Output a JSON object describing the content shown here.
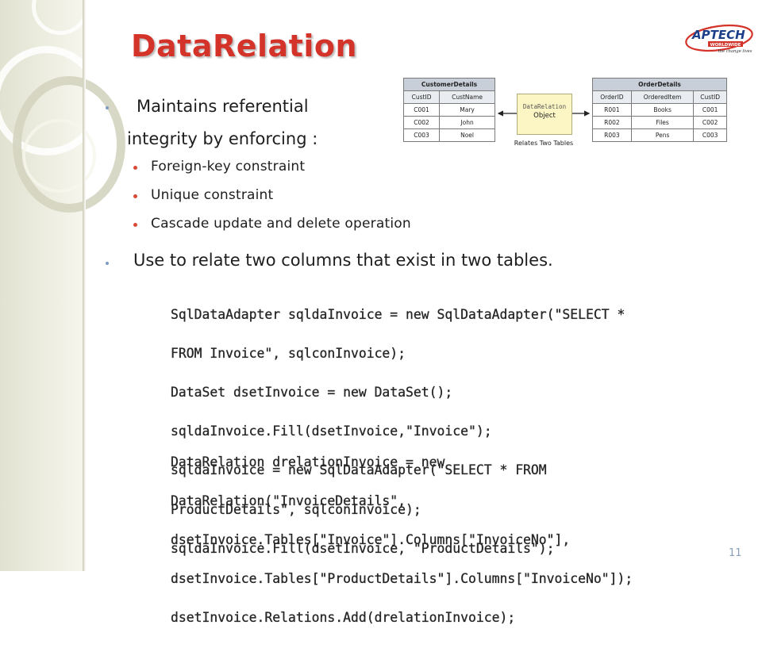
{
  "slide": {
    "title": "DataRelation",
    "page_number": "11",
    "logo": {
      "brand": "APTECH",
      "subtitle": "WORLDWIDE",
      "tagline": "the change lives",
      "color": "#d4332a"
    }
  },
  "bullets": [
    {
      "line1": "Maintains referential",
      "line2": "integrity by enforcing :"
    },
    {
      "text": "Use to relate two columns that exist in two tables."
    }
  ],
  "sub_bullets": [
    "Foreign-key constraint",
    "Unique constraint",
    "Cascade update and delete operation"
  ],
  "diagram": {
    "left_table": {
      "title": "CustomerDetails",
      "columns": [
        "CustID",
        "CustName"
      ],
      "rows": [
        [
          "C001",
          "Mary"
        ],
        [
          "C002",
          "John"
        ],
        [
          "C003",
          "Noel"
        ]
      ]
    },
    "right_table": {
      "title": "OrderDetails",
      "columns": [
        "OrderID",
        "OrderedItem",
        "CustID"
      ],
      "rows": [
        [
          "R001",
          "Books",
          "C001"
        ],
        [
          "R002",
          "Files",
          "C002"
        ],
        [
          "R003",
          "Pens",
          "C003"
        ]
      ]
    },
    "relation_box": {
      "line1": "DataRelation",
      "line2": "Object"
    },
    "caption": "Relates Two Tables"
  },
  "code_block_1": [
    "SqlDataAdapter sqldaInvoice = new SqlDataAdapter(\"SELECT *",
    "FROM Invoice\", sqlconInvoice);",
    "DataSet dsetInvoice = new DataSet();",
    "sqldaInvoice.Fill(dsetInvoice,\"Invoice\");",
    "sqldaInvoice = new SqlDataAdapter(\"SELECT * FROM",
    "ProductDetails\", sqlconInvoice);",
    "sqldaInvoice.Fill(dsetInvoice, \"ProductDetails\");"
  ],
  "code_block_2": [
    "DataRelation drelationInvoice = new",
    "DataRelation(\"InvoiceDetails\",",
    "dsetInvoice.Tables[\"Invoice\"].Columns[\"InvoiceNo\"],",
    "dsetInvoice.Tables[\"ProductDetails\"].Columns[\"InvoiceNo\"]);",
    "dsetInvoice.Relations.Add(drelationInvoice);"
  ]
}
